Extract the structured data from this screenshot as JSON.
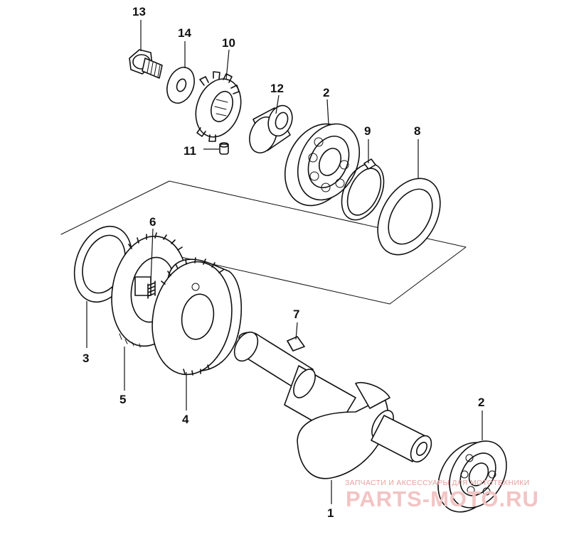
{
  "parts": [
    {
      "number": "13"
    },
    {
      "number": "14"
    },
    {
      "number": "10"
    },
    {
      "number": "12"
    },
    {
      "number": "2"
    },
    {
      "number": "9"
    },
    {
      "number": "8"
    },
    {
      "number": "11"
    },
    {
      "number": "6"
    },
    {
      "number": "7"
    },
    {
      "number": "3"
    },
    {
      "number": "5"
    },
    {
      "number": "4"
    },
    {
      "number": "2"
    },
    {
      "number": "1"
    }
  ],
  "watermark": {
    "tagline": "ЗАПЧАСТИ И АКСЕССУАРЫ ДЛЯ МОТОТЕХНИКИ",
    "brand": "PARTS-MOTO.RU"
  }
}
